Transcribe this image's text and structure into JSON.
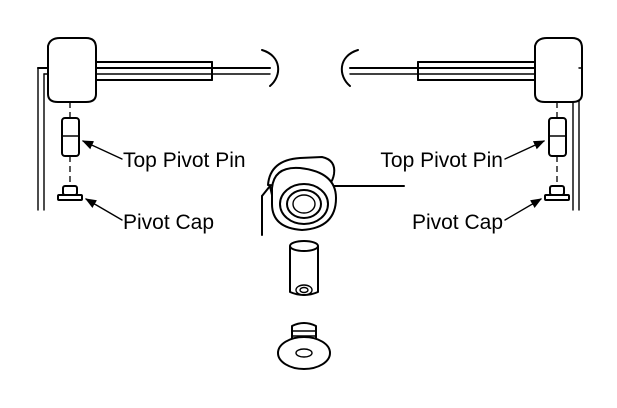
{
  "labels": {
    "left_top_pivot_pin": "Top Pivot Pin",
    "left_pivot_cap": "Pivot Cap",
    "right_top_pivot_pin": "Top Pivot Pin",
    "right_pivot_cap": "Pivot Cap"
  }
}
